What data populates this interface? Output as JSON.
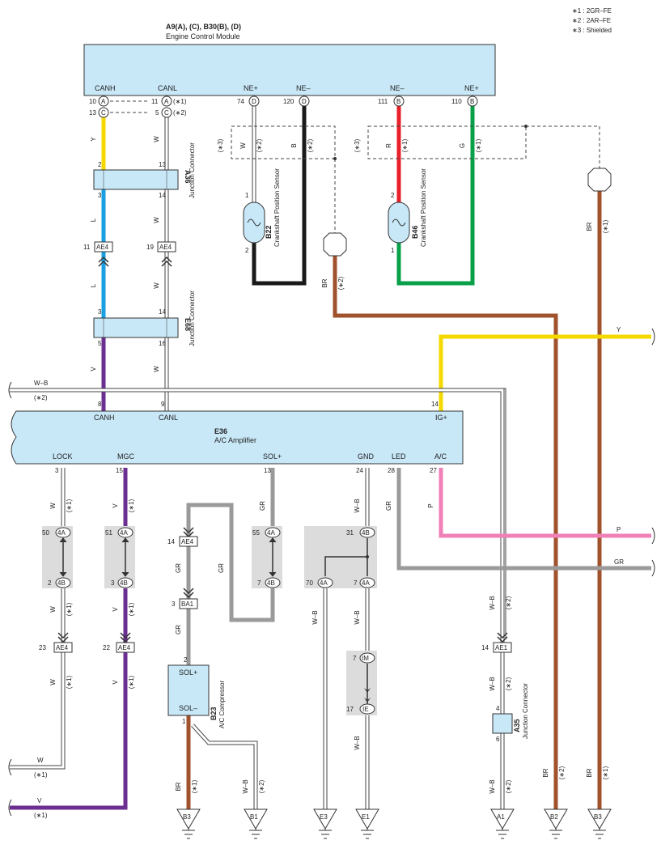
{
  "notes": [
    "∗1 : 2GR–FE",
    "∗2 : 2AR–FE",
    "∗3 : Shielded"
  ],
  "colors": {
    "Y": "#f5d800",
    "L": "#1aa0e0",
    "V": "#6b2e91",
    "W": "#ffffff",
    "B": "#1a1a1a",
    "R": "#e8202a",
    "G": "#0aa04a",
    "BR": "#a0522d",
    "GR": "#9a9a9a",
    "P": "#f080b8",
    "component": "#c8e8f8",
    "splice": "#dcdcdc"
  },
  "ecm": {
    "id": "A9(A), (C), B30(B), (D)",
    "name": "Engine Control Module",
    "pins": [
      {
        "label": "CANH",
        "connector": "A",
        "pin": "10"
      },
      {
        "label": "CANL",
        "connector": "A",
        "pin": "11"
      },
      {
        "label": "NE+",
        "connector": "D",
        "pin": "74"
      },
      {
        "label": "NE–",
        "connector": "D",
        "pin": "120"
      },
      {
        "label": "NE–",
        "connector": "B",
        "pin": "111"
      },
      {
        "label": "NE+",
        "connector": "B",
        "pin": "110"
      }
    ],
    "alt_pins": [
      {
        "connector": "C",
        "pin": "13",
        "note": "(∗2)"
      },
      {
        "connector": "C",
        "pin": "5",
        "note": "(∗2)"
      }
    ],
    "pin_note_1": "(∗1)"
  },
  "junction_a36": {
    "id": "A36",
    "name": "Junction Connector",
    "pins": [
      "2",
      "13",
      "3",
      "14"
    ]
  },
  "junction_e68": {
    "id": "E68",
    "name": "Junction Connector",
    "pins": [
      "3",
      "14",
      "5",
      "16"
    ]
  },
  "junction_a35": {
    "id": "A35",
    "name": "Junction Connector",
    "pins": [
      "4",
      "6"
    ]
  },
  "sensor_b22": {
    "id": "B22",
    "name": "Crankshaft Position Sensor",
    "pins": [
      "1",
      "2"
    ]
  },
  "sensor_b46": {
    "id": "B46",
    "name": "Crankshaft Position Sensor",
    "pins": [
      "2",
      "1"
    ]
  },
  "amp_e36": {
    "id": "E36",
    "name": "A/C Amplifier",
    "top_pins": [
      {
        "label": "CANH",
        "pin": "8"
      },
      {
        "label": "CANL",
        "pin": "9"
      },
      {
        "label": "IG+",
        "pin": "14"
      }
    ],
    "bottom_pins": [
      {
        "label": "LOCK",
        "pin": "3"
      },
      {
        "label": "MGC",
        "pin": "15"
      },
      {
        "label": "SOL+",
        "pin": "13"
      },
      {
        "label": "GND",
        "pin": "24"
      },
      {
        "label": "LED",
        "pin": "28"
      },
      {
        "label": "A/C",
        "pin": "27"
      }
    ]
  },
  "compressor_b23": {
    "id": "B23",
    "name": "A/C Compressor",
    "pin_top": "SOL+",
    "pin_bottom": "SOL–",
    "pin_top_num": "2",
    "pin_bottom_num": "1"
  },
  "inline_connectors": {
    "ae4_l": {
      "pin": "11",
      "name": "AE4"
    },
    "ae4_w": {
      "pin": "19",
      "name": "AE4"
    },
    "ae4_lock": {
      "pin": "23",
      "name": "AE4"
    },
    "ae4_mgc": {
      "pin": "22",
      "name": "AE4"
    },
    "ae4_sol": {
      "pin": "14",
      "name": "AE4"
    },
    "ba1_sol": {
      "pin": "3",
      "name": "BA1"
    },
    "ae1_wb": {
      "pin": "14",
      "name": "AE1"
    }
  },
  "splices": {
    "lock": {
      "top_pin": "50",
      "top_conn": "4A",
      "bot_pin": "2",
      "bot_conn": "4B"
    },
    "mgc": {
      "top_pin": "51",
      "top_conn": "4A",
      "bot_pin": "3",
      "bot_conn": "4B"
    },
    "sol": {
      "top_pin": "55",
      "top_conn": "4A",
      "bot_pin": "7",
      "bot_conn": "4B"
    },
    "gnd": {
      "top_pin": "31",
      "top_conn": "4B",
      "left_pin": "70",
      "left_conn": "4A",
      "right_pin": "7",
      "right_conn": "4A"
    },
    "im": {
      "top_pin": "7",
      "top_conn": "IM",
      "bot_pin": "17",
      "bot_conn": "IE"
    }
  },
  "wire_labels": {
    "y": "Y",
    "l": "L",
    "w": "W",
    "v": "V",
    "b": "B",
    "r": "R",
    "g": "G",
    "br": "BR",
    "gr": "GR",
    "p": "P",
    "wb": "W–B"
  },
  "qualifiers": {
    "s1": "(∗1)",
    "s2": "(∗2)",
    "s3": "(∗3)"
  },
  "grounds": [
    {
      "name": "B3"
    },
    {
      "name": "B1"
    },
    {
      "name": "E3"
    },
    {
      "name": "E1"
    },
    {
      "name": "A1"
    },
    {
      "name": "B2"
    },
    {
      "name": "B3"
    }
  ]
}
